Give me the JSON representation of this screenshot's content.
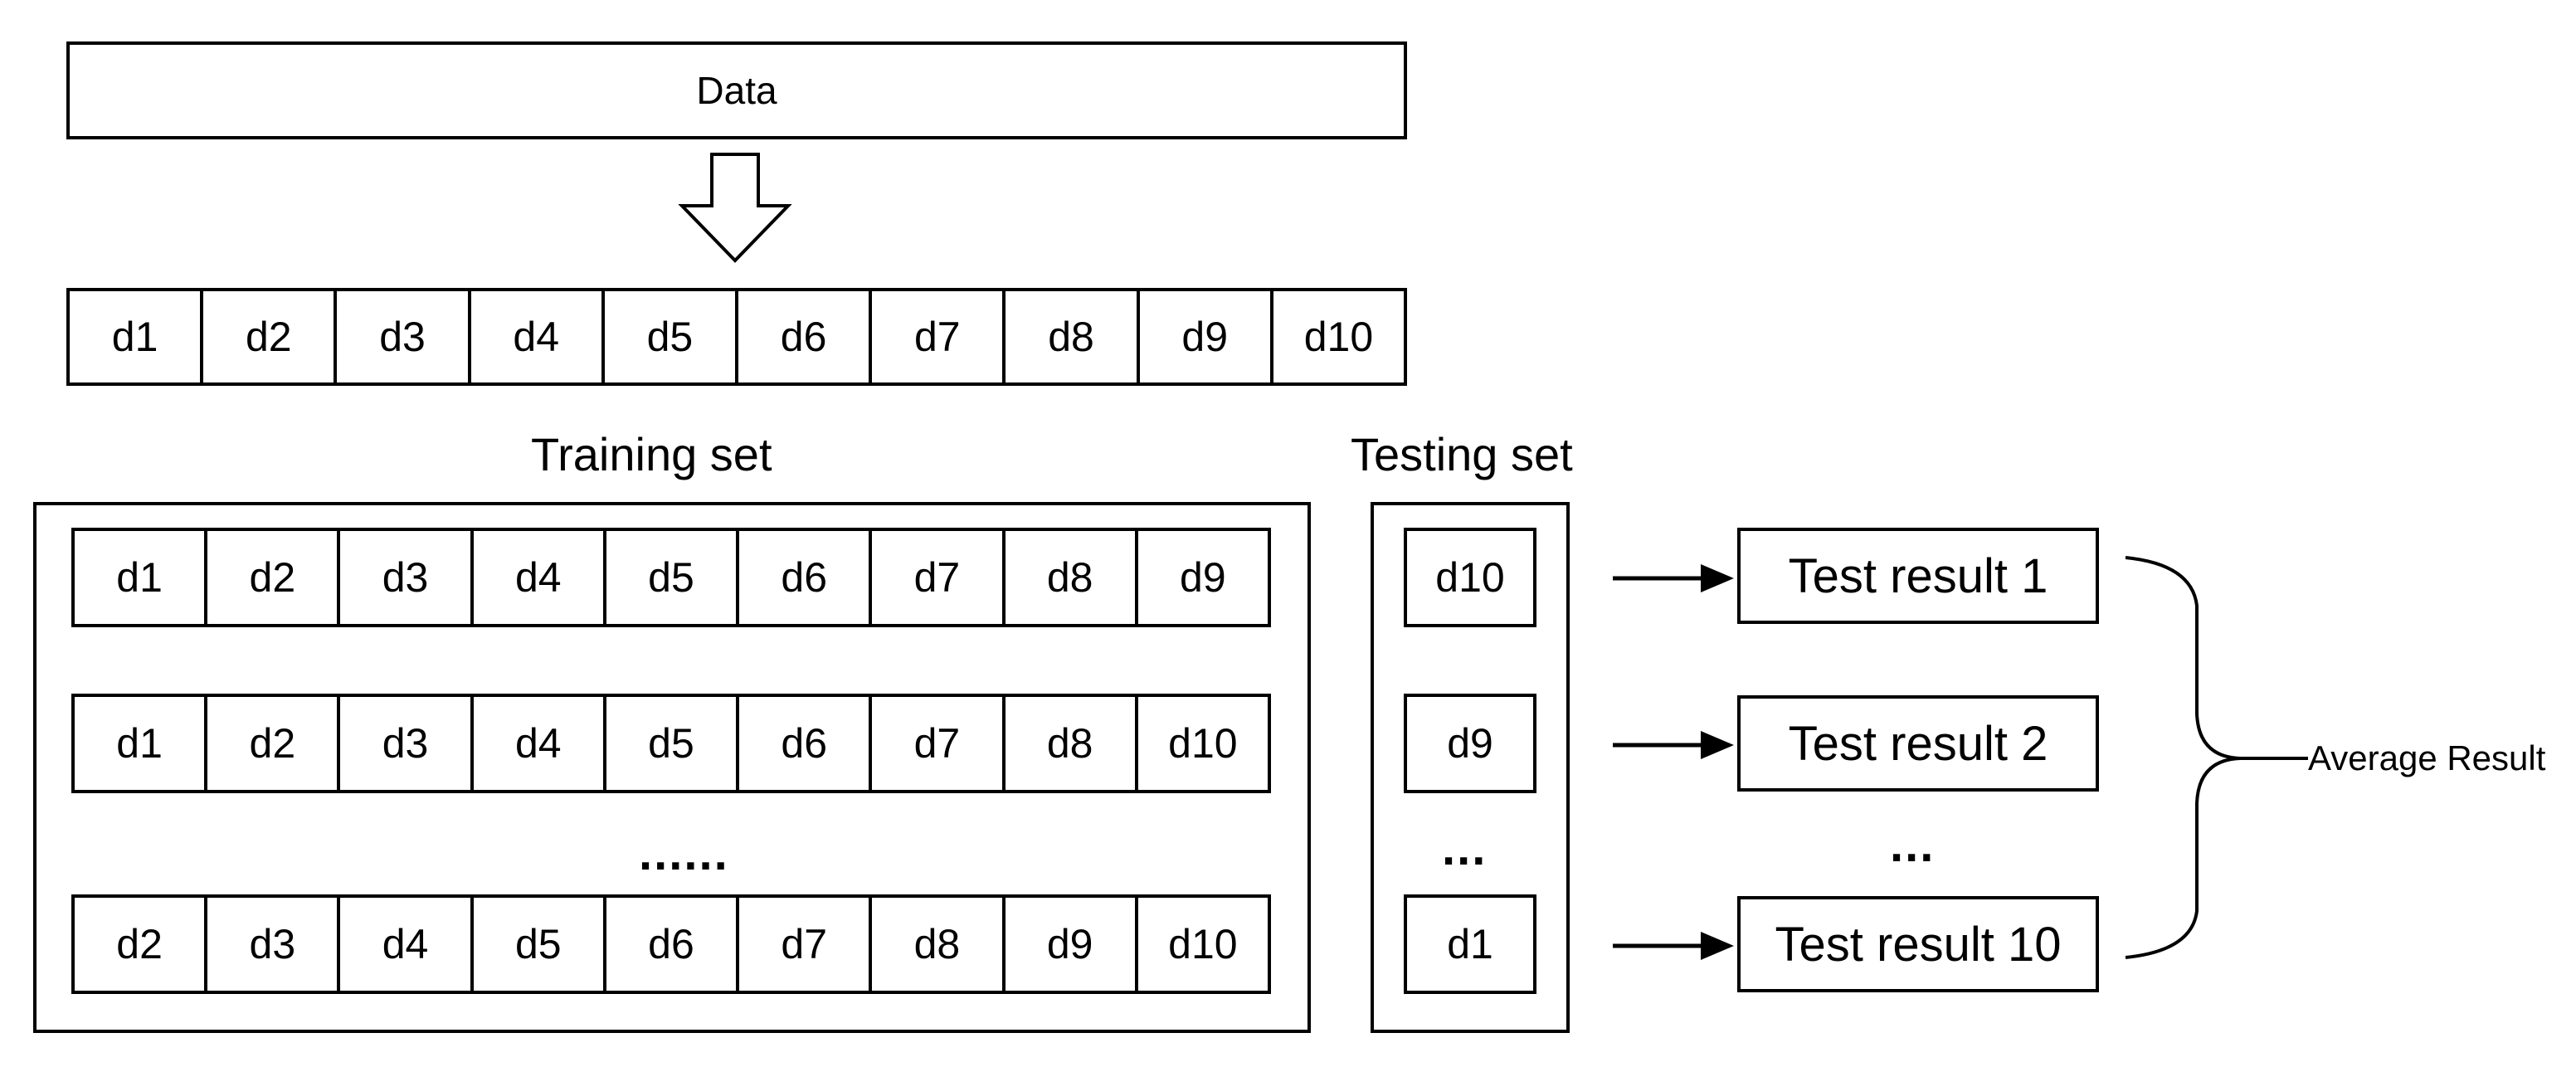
{
  "data_label": "Data",
  "folds": [
    "d1",
    "d2",
    "d3",
    "d4",
    "d5",
    "d6",
    "d7",
    "d8",
    "d9",
    "d10"
  ],
  "training_label": "Training set",
  "testing_label": "Testing set",
  "training_rows": [
    [
      "d1",
      "d2",
      "d3",
      "d4",
      "d5",
      "d6",
      "d7",
      "d8",
      "d9"
    ],
    [
      "d1",
      "d2",
      "d3",
      "d4",
      "d5",
      "d6",
      "d7",
      "d8",
      "d10"
    ],
    [
      "d2",
      "d3",
      "d4",
      "d5",
      "d6",
      "d7",
      "d8",
      "d9",
      "d10"
    ]
  ],
  "training_ellipsis": "......",
  "testing_items": [
    "d10",
    "d9",
    "d1"
  ],
  "testing_ellipsis": "...",
  "results": [
    "Test result 1",
    "Test result 2",
    "Test result 10"
  ],
  "results_ellipsis": "...",
  "average_label": "Average Result"
}
